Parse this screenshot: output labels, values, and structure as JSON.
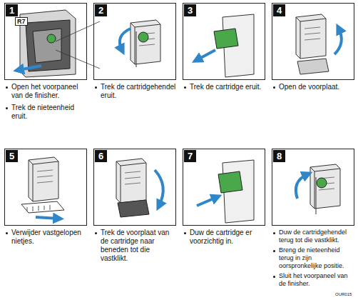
{
  "diagram": {
    "nodes": [
      {
        "text": [
          "1",
          "Open het voorpaneel van de finisher.",
          "Trek de nieteenheid eruit."
        ]
      },
      {
        "text": [
          "2",
          "Trek de cartridgehendel eruit."
        ]
      },
      {
        "text": [
          "3",
          "Trek de cartridge eruit."
        ]
      },
      {
        "text": [
          "4",
          "Open de voorplaat."
        ]
      },
      {
        "text": [
          "5",
          "Verwijder vastgelopen nietjes."
        ]
      },
      {
        "text": [
          "6",
          "Trek de voorplaat van de cartridge naar beneden tot die vastklikt."
        ]
      },
      {
        "text": [
          "7",
          "Duw de cartridge er voorzichtig in."
        ]
      },
      {
        "text": [
          "8",
          "Duw de cartridgehendel terug tot die vastklikt.",
          "Breng de nieteenheid terug in zijn oorspronkelijke positie.",
          "Sluit het voorpaneel van de finisher."
        ]
      }
    ],
    "labels": [
      "R7",
      "OUR015"
    ]
  }
}
